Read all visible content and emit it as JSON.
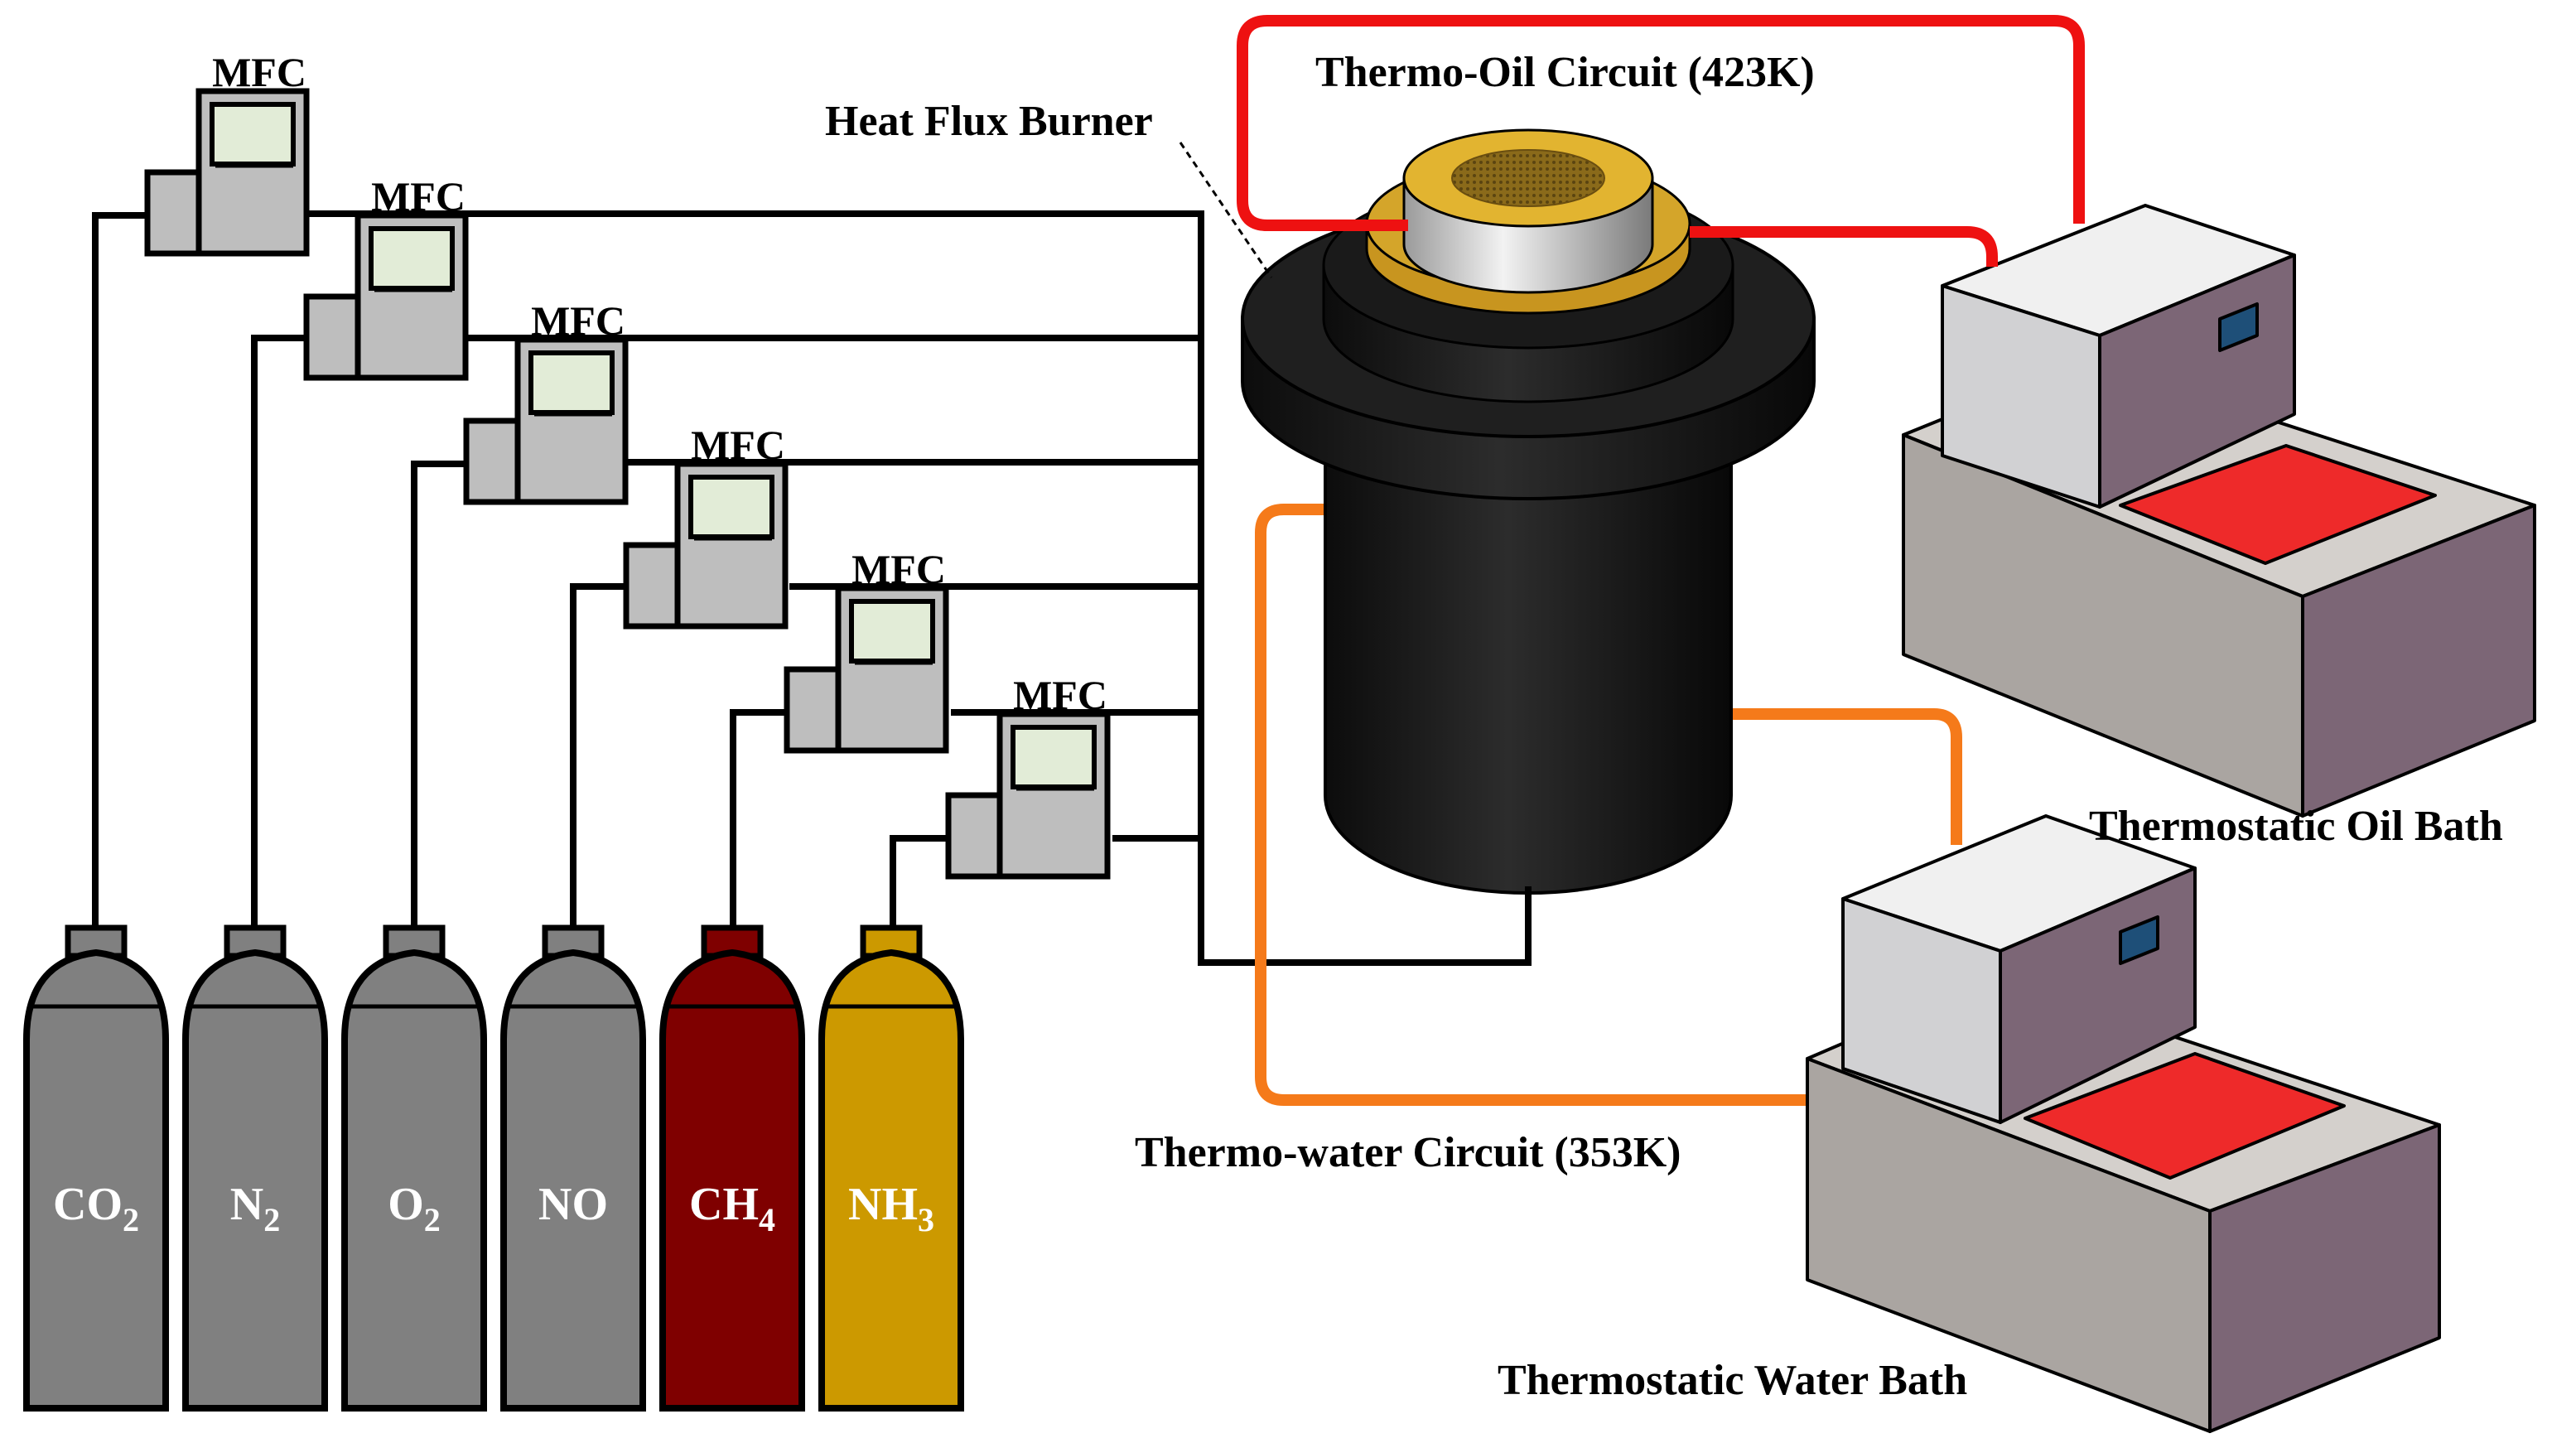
{
  "labels": {
    "burner": "Heat Flux Burner",
    "oil_circuit": "Thermo-Oil Circuit (423K)",
    "water_circuit": "Thermo-water Circuit (353K)",
    "oil_bath": "Thermostatic Oil Bath",
    "water_bath": "Thermostatic Water Bath"
  },
  "mfcs": [
    {
      "label": "MFC"
    },
    {
      "label": "MFC"
    },
    {
      "label": "MFC"
    },
    {
      "label": "MFC"
    },
    {
      "label": "MFC"
    },
    {
      "label": "MFC"
    }
  ],
  "cylinders": [
    {
      "main": "CO",
      "sub": "2",
      "color": "#808080"
    },
    {
      "main": "N",
      "sub": "2",
      "color": "#808080"
    },
    {
      "main": "O",
      "sub": "2",
      "color": "#808080"
    },
    {
      "main": "NO",
      "sub": "",
      "color": "#808080"
    },
    {
      "main": "CH",
      "sub": "4",
      "color": "#7f0000"
    },
    {
      "main": "NH",
      "sub": "3",
      "color": "#cc9900"
    }
  ],
  "colors": {
    "oil_circuit": "#ee1111",
    "water_circuit": "#f57a1a",
    "bath_red": "#ee2a2a",
    "mfc_body": "#bebebe",
    "mfc_screen": "#e2ecd7",
    "burner_body": "#141414",
    "burner_gold": "#d4a52a"
  }
}
